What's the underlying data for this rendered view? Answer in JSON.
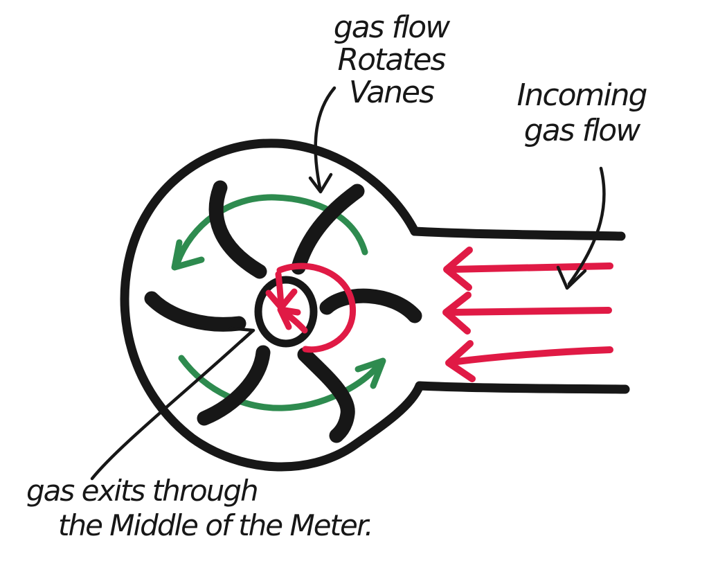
{
  "scene": {
    "background": "#ffffff",
    "ink_color": "#171717",
    "gas_flow_color": "#e01a45",
    "rotation_color": "#2e8b4f"
  },
  "labels": {
    "rotation": {
      "line1": "gas flow",
      "line2": "Rotates",
      "line3": "Vanes"
    },
    "incoming": {
      "line1": "Incoming",
      "line2": "gas flow"
    },
    "exit": {
      "line1": "gas exits through",
      "line2": "the Middle of the Meter."
    }
  }
}
